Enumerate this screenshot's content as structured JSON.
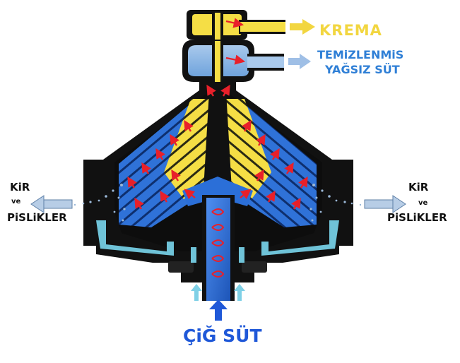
{
  "labels": {
    "cream_outlet": "KREMA",
    "skim_outlet_line1": "TEMiZLENMiS",
    "skim_outlet_line2": "YAĞSIZ SÜT",
    "raw_milk_inlet": "ÇiĞ SÜT",
    "dirt_left_line1": "KiR",
    "dirt_left_line2": "ve",
    "dirt_left_line3": "PiSLiKLER",
    "dirt_right_line1": "KiR",
    "dirt_right_line2": "ve",
    "dirt_right_line3": "PiSLiKLER"
  },
  "colors": {
    "cream": "#f2d640",
    "skim_milk": "#2f7fd6",
    "raw_milk": "#1f58d8",
    "disc_stack_blue": "#2b6fd8",
    "housing": "#111111",
    "flow_arrows": "#e8202a",
    "dirt_particles": "#9bb8d8"
  }
}
